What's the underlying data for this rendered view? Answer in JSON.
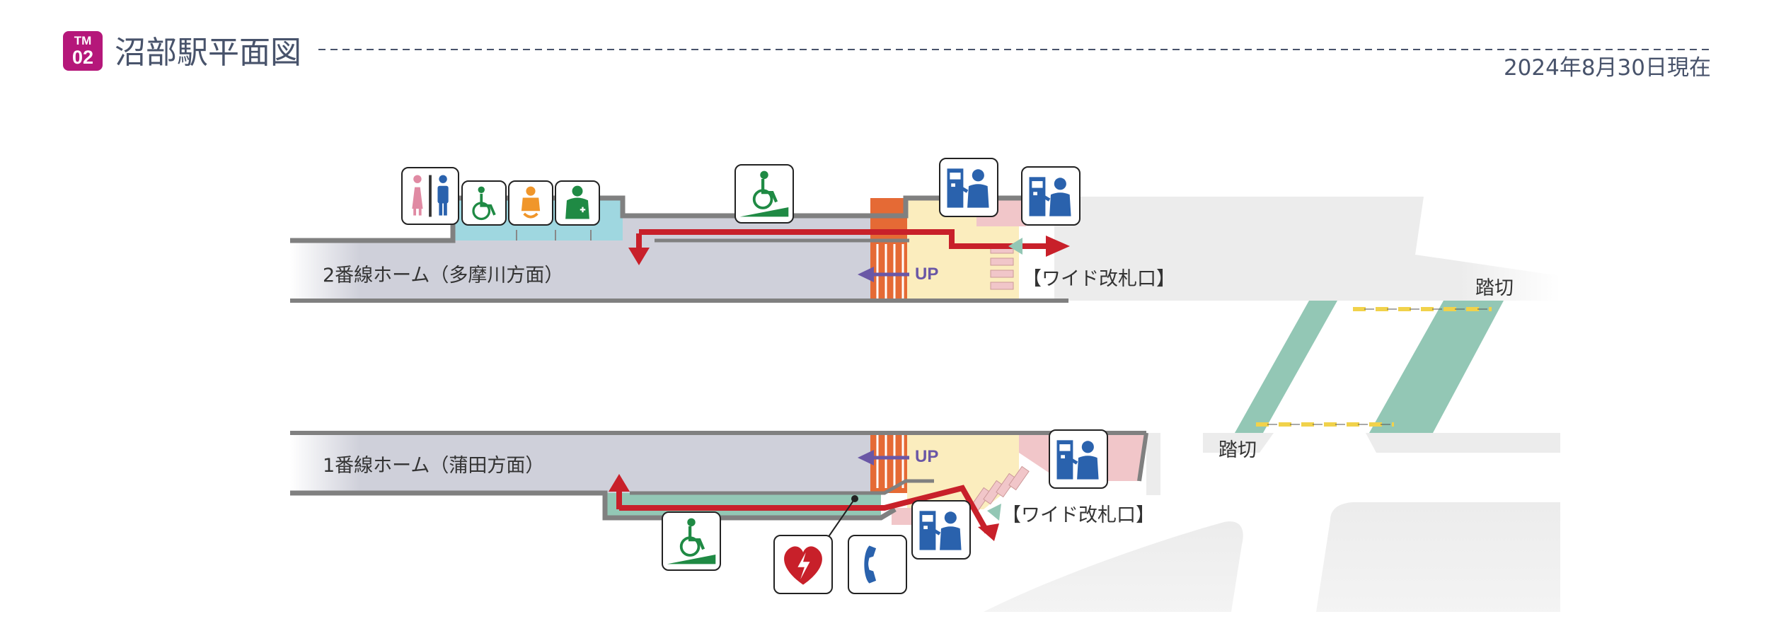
{
  "header": {
    "line_code_top": "TM",
    "line_code_num": "02",
    "title": "沼部駅平面図",
    "date": "2024年8月30日現在"
  },
  "platforms": {
    "platform2": "2番線ホーム（多摩川方面）",
    "platform1": "1番線ホーム（蒲田方面）"
  },
  "gates": {
    "upper": "【ワイド改札口】",
    "lower": "【ワイド改札口】"
  },
  "crossings": {
    "upper": "踏切",
    "lower": "踏切"
  },
  "arrows": {
    "up_upper": "UP",
    "up_lower": "UP"
  },
  "icons": {
    "toilet": "toilet-icon",
    "accessible_toilet": "wheelchair-icon",
    "baby": "baby-care-icon",
    "multipurpose": "multipurpose-room-icon",
    "slope_upper": "wheelchair-slope-icon",
    "ticket_machine": "ticket-machine-icon",
    "aed": "aed-icon",
    "phone": "telephone-icon",
    "slope_lower": "wheelchair-slope-icon"
  },
  "colors": {
    "badge": "#b5177a",
    "route": "#c8202a",
    "platform": "#cfd0da",
    "concourse": "#fbedbe",
    "facility": "#9fd7e0",
    "office": "#f1c6c9",
    "crossing": "#93c7b5",
    "stairs": "#e56a35",
    "up_arrow": "#6a57a6",
    "ground": "#ececec"
  }
}
